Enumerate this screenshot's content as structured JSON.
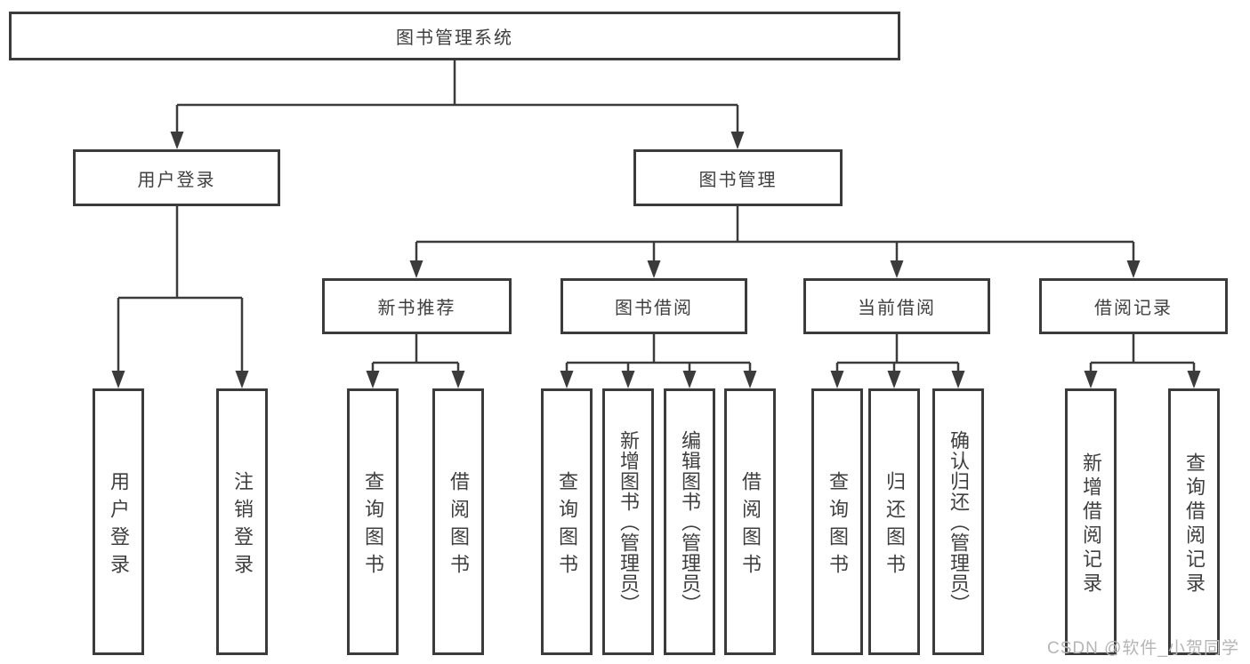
{
  "diagram": {
    "title": "图书管理系统",
    "root": {
      "label": "图书管理系统"
    },
    "branches": [
      {
        "label": "用户登录",
        "children": [
          {
            "label": "用户登录"
          },
          {
            "label": "注销登录"
          }
        ]
      },
      {
        "label": "图书管理",
        "children": [
          {
            "label": "新书推荐",
            "children": [
              {
                "label": "查询图书"
              },
              {
                "label": "借阅图书"
              }
            ]
          },
          {
            "label": "图书借阅",
            "children": [
              {
                "label": "查询图书"
              },
              {
                "label": "新增图书（管理员）"
              },
              {
                "label": "编辑图书（管理员）"
              },
              {
                "label": "借阅图书"
              }
            ]
          },
          {
            "label": "当前借阅",
            "children": [
              {
                "label": "查询图书"
              },
              {
                "label": "归还图书"
              },
              {
                "label": "确认归还（管理员）"
              }
            ]
          },
          {
            "label": "借阅记录",
            "children": [
              {
                "label": "新增借阅记录"
              },
              {
                "label": "查询借阅记录"
              }
            ]
          }
        ]
      }
    ]
  },
  "colors": {
    "line": "#3b3b3b",
    "text": "#3f3f3f",
    "background": "#ffffff",
    "watermark": "#b5b5b5"
  },
  "watermark": {
    "text": "CSDN @软件_小贺同学"
  }
}
